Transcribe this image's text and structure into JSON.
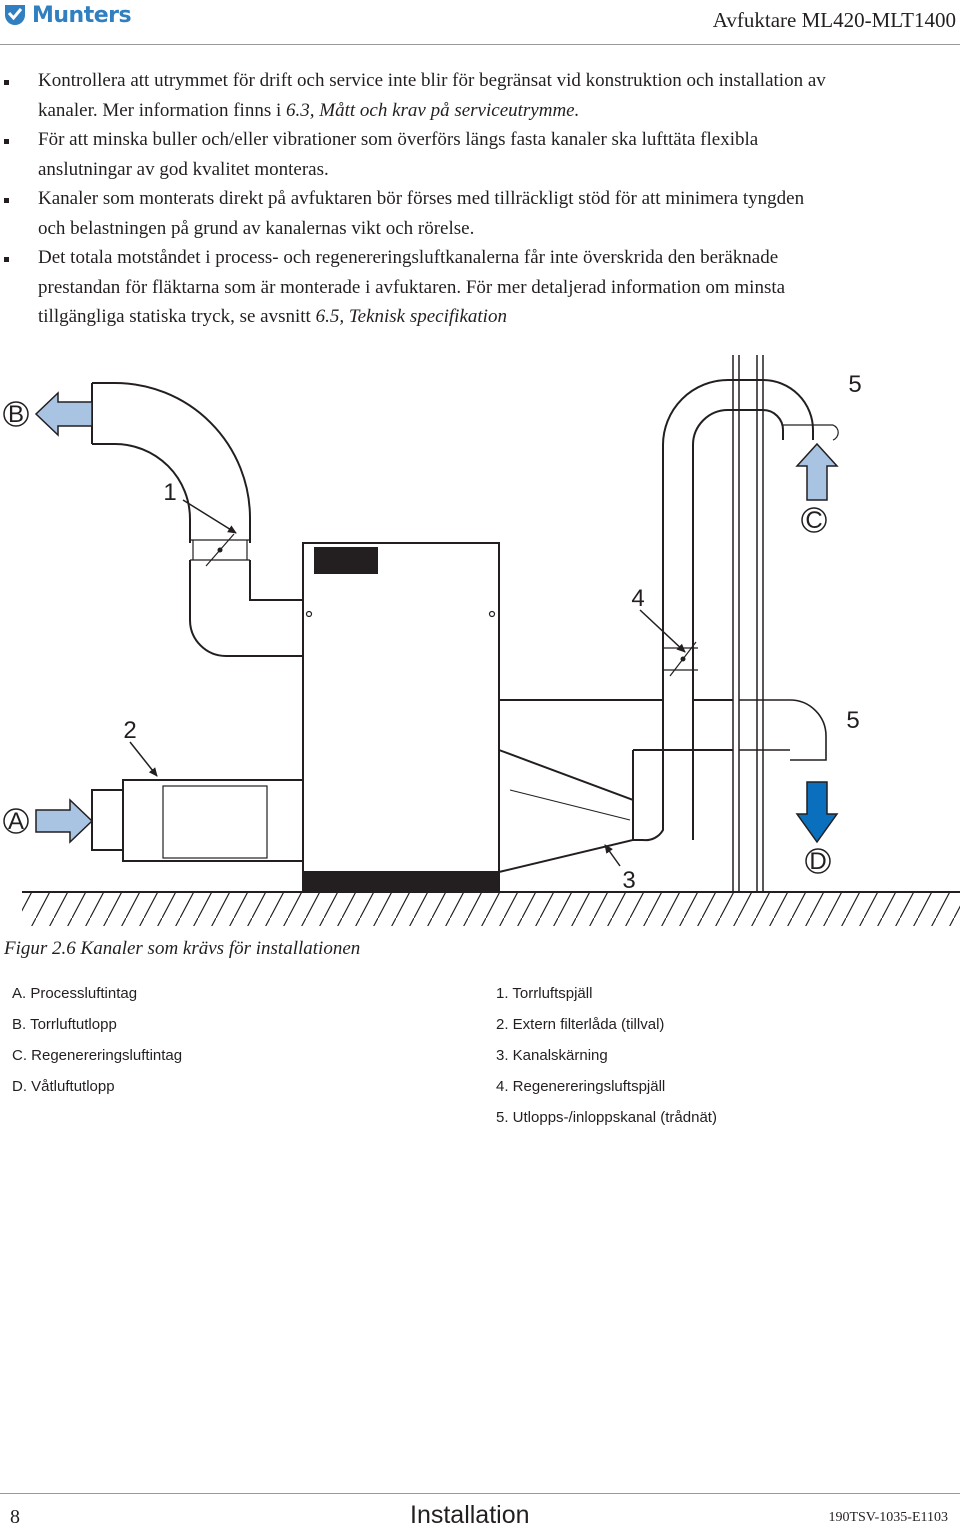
{
  "header": {
    "brand": "Munters",
    "doc_title": "Avfuktare ML420-MLT1400"
  },
  "bullets": [
    {
      "lines": [
        "Kontrollera att utrymmet för drift och service inte blir för begränsat vid konstruktion och installation av",
        "kanaler. Mer information finns i "
      ],
      "ref": "6.3, Mått och krav på serviceutrymme."
    },
    {
      "lines": [
        "För att minska buller och/eller vibrationer som överförs längs fasta kanaler ska lufttäta flexibla",
        "anslutningar av god kvalitet monteras."
      ],
      "ref": ""
    },
    {
      "lines": [
        "Kanaler som monterats direkt på avfuktaren bör förses med tillräckligt stöd för att minimera tyngden",
        "och belastningen på grund av kanalernas vikt och rörelse."
      ],
      "ref": ""
    },
    {
      "lines": [
        "Det totala motståndet i process- och regenereringsluftkanalerna får inte överskrida den beräknade",
        "prestandan för fläktarna som är monterade i avfuktaren. För mer detaljerad information om minsta",
        "tillgängliga statiska tryck, se avsnitt "
      ],
      "ref": "6.5, Teknisk specifikation"
    }
  ],
  "diagram": {
    "labels": {
      "a": "A",
      "b": "B",
      "c": "C",
      "d": "D",
      "n1": "1",
      "n2": "2",
      "n3": "3",
      "n4": "4",
      "n5_top": "5",
      "n5_bottom": "5"
    },
    "colors": {
      "arrow_light": "#a9c4e2",
      "arrow_dark": "#0a6fbd",
      "line": "#231f20"
    }
  },
  "caption": "Figur 2.6 Kanaler som krävs för installationen",
  "legend_left": [
    "A. Processluftintag",
    "B. Torrluftutlopp",
    "C. Regenereringsluftintag",
    "D. Våtluftutlopp"
  ],
  "legend_right": [
    "1. Torrluftspjäll",
    "2. Extern filterlåda (tillval)",
    "3. Kanalskärning",
    "4. Regenereringsluftspjäll",
    "5. Utlopps-/inloppskanal (trådnät)"
  ],
  "footer": {
    "page_number": "8",
    "section": "Installation",
    "doc_code": "190TSV-1035-E1103"
  }
}
